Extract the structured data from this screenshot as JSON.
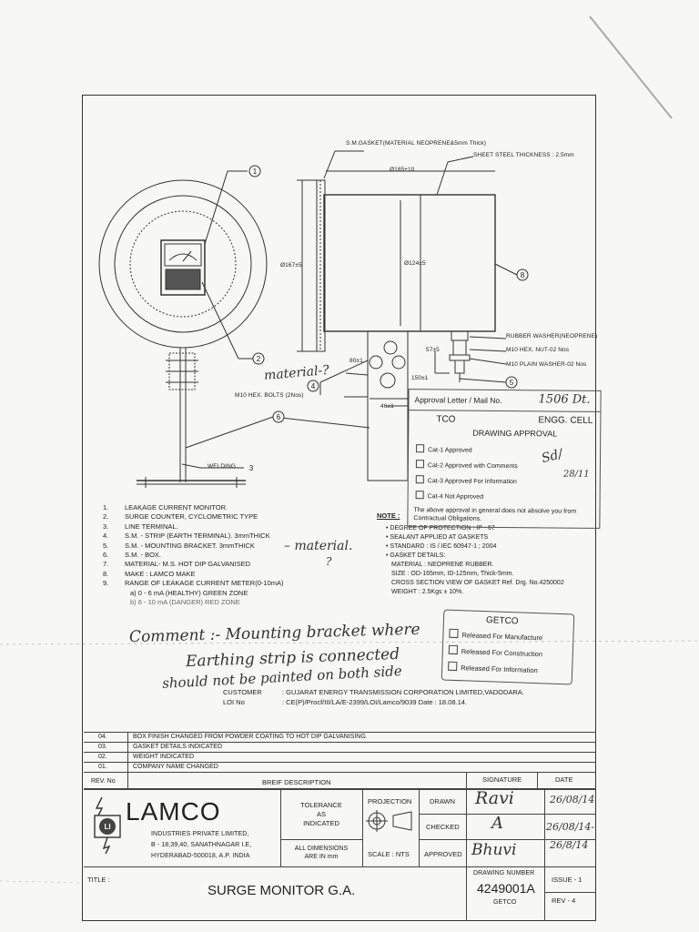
{
  "drawing_labels": {
    "gasket_note": "S.M.GASKET(MATERIAL NEOPRENE&5mm Thick)",
    "sheet_thickness": "SHEET STEEL THICKNESS : 2.5mm",
    "dia_185": "Ø185±10",
    "dia_167": "Ø167±5",
    "dia_124": "Ø124±5",
    "dim_80": "80±1",
    "dim_57": "57±5",
    "dim_150": "150±1",
    "dim_46": "46±1",
    "rubber_washer": "RUBBER WASHER(NEOPRENE)",
    "hex_nut": "M10 HEX. NUT-02 Nos",
    "plain_washer": "M10 PLAIN WASHER-02 Nos",
    "hex_bolts": "M10 HEX. BOLTS (2Nos)",
    "welding": "WELDING",
    "callouts": [
      "1",
      "2",
      "3",
      "4",
      "5",
      "6",
      "8"
    ]
  },
  "parts_list": [
    {
      "no": "1.",
      "text": "LEAKAGE CURRENT MONITOR."
    },
    {
      "no": "2.",
      "text": "SURGE COUNTER, CYCLOMETRIC TYPE"
    },
    {
      "no": "3.",
      "text": "LINE TERMINAL."
    },
    {
      "no": "4.",
      "text": "S.M. - STRIP (EARTH TERMINAL). 3mmTHICK"
    },
    {
      "no": "5.",
      "text": "S.M. - MOUNTING BRACKET. 3mmTHICK"
    },
    {
      "no": "6.",
      "text": "S.M. - BOX."
    },
    {
      "no": "7.",
      "text": "MATERIAL- M.S. HOT DIP GALVANISED"
    },
    {
      "no": "8.",
      "text": "MAKE      : LAMCO MAKE"
    },
    {
      "no": "9.",
      "text": "RANGE OF LEAKAGE CURRENT METER(0-10mA)"
    },
    {
      "no": "",
      "text": "a) 0 - 6 mA (HEALTHY)  GREEN ZONE"
    },
    {
      "no": "",
      "text": "b) 6 - 10 mA (DANGER)  RED ZONE"
    }
  ],
  "notes": {
    "label": "NOTE :",
    "items": [
      "• DEGREE OF PROTECTION : IP - 67",
      "• SEALANT APPLIED AT GASKETS",
      "• STANDARD : IS / IEC 60947-1 ; 2004",
      "• GASKET DETAILS:",
      "MATERIAL  :  NEOPRENE RUBBER.",
      "SIZE        :  OD-165mm, ID-125mm, Thick-5mm.",
      "CROSS SECTION VIEW OF GASKET Ref. Drg. No.4250002",
      "WEIGHT     :     2.5Kgs ± 10%."
    ]
  },
  "customer": {
    "customer_label": "CUSTOMER",
    "customer_value": ": GUJARAT ENERGY TRANSMISSION CORPORATION LIMITED,VADODARA.",
    "loi_label": "LOI No",
    "loi_value": ": CE(P)/Procf/III/LA/E-2399/LOI/Lamco/9039  Date : 18.08.14."
  },
  "handwriting": {
    "material_q": "material-?",
    "material_q2": "– material.",
    "q_mark": "?",
    "comment_line1": "Comment :- Mounting bracket where",
    "comment_line2": "Earthing strip is connected",
    "comment_line3": "should not be painted on both side",
    "sig_drawn": "Ravi",
    "sig_checked": "A",
    "sig_approved": "Bhuvi",
    "date_drawn": "26/08/14",
    "date_checked": "26/08/14-",
    "date_approved": "26/8/14",
    "approval_letter_no": "1506 Dt.",
    "approval_date": "28/11",
    "approval_sig": "Sd/"
  },
  "approval_stamp": {
    "line1": "Approval Letter / Mail No.",
    "org": "TCO",
    "cell": "ENGG. CELL",
    "title": "DRAWING APPROVAL",
    "options": [
      "Cat-1 Approved",
      "Cat-2 Approved with Comments",
      "Cat-3 Approved For Information",
      "Cat-4 Not Approved"
    ],
    "note": "The above approval in general does not absolve you from Contractual Obligations."
  },
  "getco_stamp": {
    "title": "GETCO",
    "options": [
      "Released For Manufacture",
      "Released For Construction",
      "Released For Information"
    ]
  },
  "revisions": {
    "rows": [
      {
        "rev": "04.",
        "desc": "BOX FINISH CHANGED FROM POWDER COATING TO HOT DIP GALVANISING."
      },
      {
        "rev": "03.",
        "desc": "GASKET DETAILS INDICATED"
      },
      {
        "rev": "02.",
        "desc": "WEIGHT INDICATED"
      },
      {
        "rev": "01.",
        "desc": "COMPANY NAME CHANGED"
      }
    ],
    "header_rev": "REV. No",
    "header_desc": "BREIF DESCRIPTION",
    "header_signature": "SIGNATURE",
    "header_date": "DATE"
  },
  "title_block": {
    "company": "LAMCO",
    "company_sub1": "INDUSTRIES PRIVATE LIMITED,",
    "company_sub2": "B - 18,39,40, SANATHNAGAR I.E,",
    "company_sub3": "HYDERABAD-500018, A.P. INDIA",
    "tolerance": "TOLERANCE\nAS\nINDICATED",
    "dimensions": "ALL DIMENSIONS\nARE IN mm",
    "projection": "PROJECTION",
    "scale": "SCALE : NTS",
    "drawn": "DRAWN",
    "checked": "CHECKED",
    "approved": "APPROVED",
    "title_label": "TITLE :",
    "title": "SURGE MONITOR G.A.",
    "drawing_number_label": "DRAWING NUMBER",
    "drawing_number": "4249001A",
    "client": "GETCO",
    "issue": "ISSUE - 1",
    "rev": "REV - 4"
  }
}
